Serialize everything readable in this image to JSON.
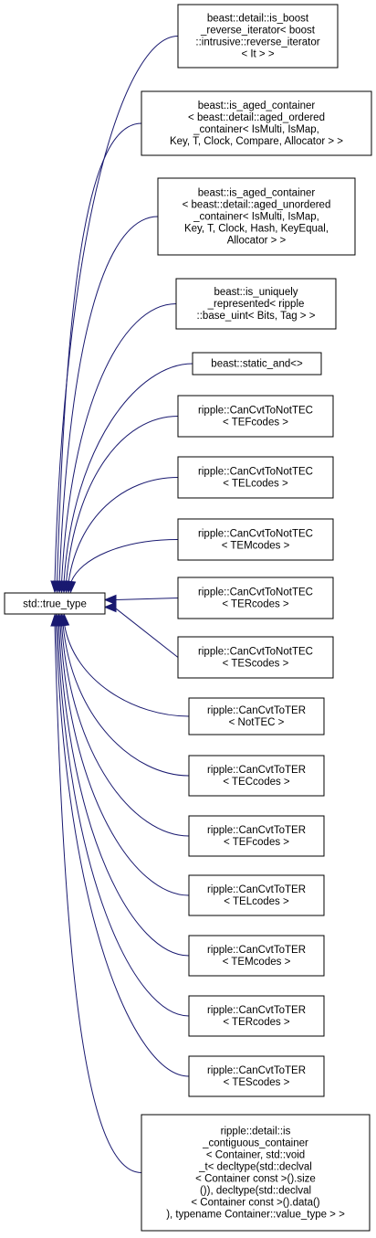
{
  "diagram": {
    "base": {
      "label": "std::true_type"
    },
    "derived": [
      {
        "lines": [
          "beast::detail::is_boost",
          "_reverse_iterator< boost",
          "::intrusive::reverse_iterator",
          "< It > >"
        ]
      },
      {
        "lines": [
          "beast::is_aged_container",
          "< beast::detail::aged_ordered",
          "_container< IsMulti, IsMap,",
          "Key, T, Clock, Compare, Allocator > >"
        ]
      },
      {
        "lines": [
          "beast::is_aged_container",
          "< beast::detail::aged_unordered",
          "_container< IsMulti, IsMap,",
          "Key, T, Clock, Hash, KeyEqual,",
          "Allocator > >"
        ]
      },
      {
        "lines": [
          "beast::is_uniquely",
          "_represented< ripple",
          "::base_uint< Bits, Tag > >"
        ]
      },
      {
        "lines": [
          "beast::static_and<>"
        ]
      },
      {
        "lines": [
          "ripple::CanCvtToNotTEC",
          "< TEFcodes >"
        ]
      },
      {
        "lines": [
          "ripple::CanCvtToNotTEC",
          "< TELcodes >"
        ]
      },
      {
        "lines": [
          "ripple::CanCvtToNotTEC",
          "< TEMcodes >"
        ]
      },
      {
        "lines": [
          "ripple::CanCvtToNotTEC",
          "< TERcodes >"
        ]
      },
      {
        "lines": [
          "ripple::CanCvtToNotTEC",
          "< TEScodes >"
        ]
      },
      {
        "lines": [
          "ripple::CanCvtToTER",
          "< NotTEC >"
        ]
      },
      {
        "lines": [
          "ripple::CanCvtToTER",
          "< TECcodes >"
        ]
      },
      {
        "lines": [
          "ripple::CanCvtToTER",
          "< TEFcodes >"
        ]
      },
      {
        "lines": [
          "ripple::CanCvtToTER",
          "< TELcodes >"
        ]
      },
      {
        "lines": [
          "ripple::CanCvtToTER",
          "< TEMcodes >"
        ]
      },
      {
        "lines": [
          "ripple::CanCvtToTER",
          "< TERcodes >"
        ]
      },
      {
        "lines": [
          "ripple::CanCvtToTER",
          "< TEScodes >"
        ]
      },
      {
        "lines": [
          "ripple::detail::is",
          "_contiguous_container",
          "< Container, std::void",
          "_t< decltype(std::declval",
          "< Container const >().size",
          "()), decltype(std::declval",
          "< Container const >().data()",
          "), typename Container::value_type > >"
        ]
      }
    ],
    "colors": {
      "edge": "#191970",
      "box_border": "#000000",
      "box_fill": "#ffffff",
      "text": "#000000"
    }
  }
}
